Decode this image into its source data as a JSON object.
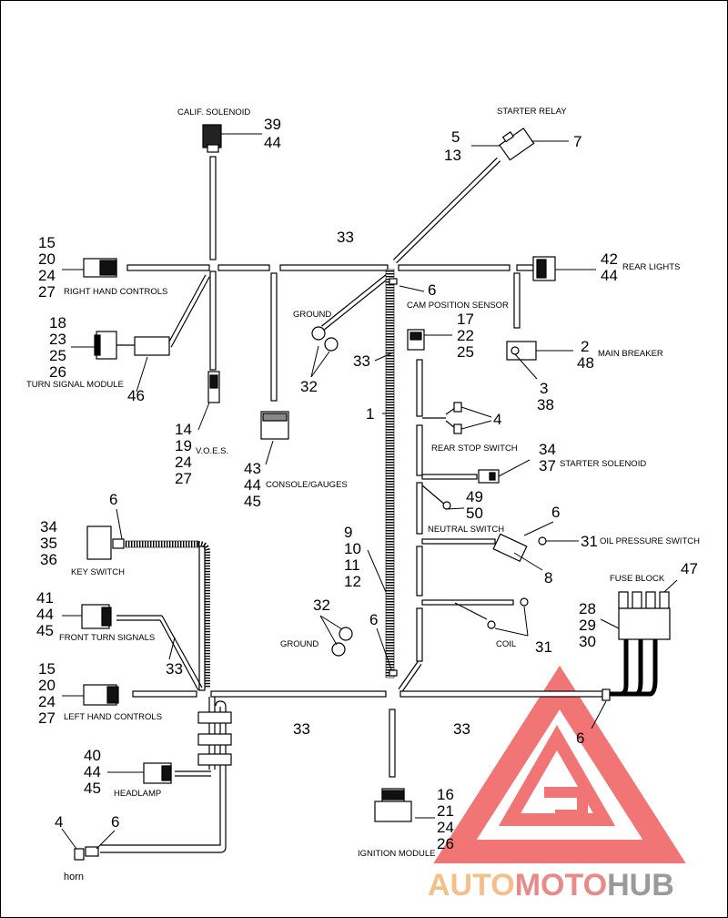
{
  "watermark": {
    "part1": "AUTO",
    "part2": "MOTO",
    "part3": "HUB",
    "color1": "#f3c08a",
    "color2": "#e98a8a",
    "color3": "#9a9a9a",
    "logo_color": "#ef5d5d"
  },
  "labels": {
    "calif_solenoid": "CALIF. SOLENOID",
    "starter_relay": "STARTER RELAY",
    "right_hand_controls": "RIGHT HAND CONTROLS",
    "rear_lights": "REAR LIGHTS",
    "ground_top": "GROUND",
    "cam_position_sensor": "CAM POSITION SENSOR",
    "turn_signal_module": "TURN SIGNAL MODULE",
    "main_breaker": "MAIN BREAKER",
    "voes": "V.O.E.S.",
    "rear_stop_switch": "REAR STOP SWITCH",
    "starter_solenoid": "STARTER SOLENOID",
    "console_gauges": "CONSOLE/GAUGES",
    "neutral_switch": "NEUTRAL SWITCH",
    "oil_pressure_switch": "OIL PRESSURE SWITCH",
    "key_switch": "KEY SWITCH",
    "fuse_block": "FUSE BLOCK",
    "front_turn_signals": "FRONT TURN SIGNALS",
    "ground_bottom": "GROUND",
    "coil": "COIL",
    "left_hand_controls": "LEFT HAND CONTROLS",
    "headlamp": "HEADLAMP",
    "ignition_module": "IGNITION MODULE",
    "horn": "horn"
  },
  "numbers": {
    "calif_a": "39",
    "calif_b": "44",
    "relay_a": "5",
    "relay_b": "13",
    "relay_c": "7",
    "h33_top": "33",
    "rhc_a": "15",
    "rhc_b": "20",
    "rhc_c": "24",
    "rhc_d": "27",
    "rear_a": "42",
    "rear_b": "44",
    "cam_6": "6",
    "cam_a": "17",
    "cam_b": "22",
    "cam_c": "25",
    "tsm_a": "18",
    "tsm_b": "23",
    "tsm_c": "25",
    "tsm_d": "26",
    "v33": "33",
    "breaker_a": "2",
    "breaker_b": "48",
    "ground_top_32": "32",
    "breaker_c": "3",
    "breaker_d": "38",
    "tsm_46": "46",
    "wire_1": "1",
    "stop_4": "4",
    "voes_a": "14",
    "voes_b": "19",
    "voes_c": "24",
    "voes_d": "27",
    "sol_a": "34",
    "sol_b": "37",
    "con_a": "43",
    "con_b": "44",
    "con_c": "45",
    "neut_a": "49",
    "neut_b": "50",
    "oil_6": "6",
    "key_6": "6",
    "key_a": "34",
    "key_b": "35",
    "key_c": "36",
    "mid_a": "9",
    "mid_b": "10",
    "mid_c": "11",
    "mid_d": "12",
    "oil_31": "31",
    "oil_8": "8",
    "fuse_47": "47",
    "fts_a": "41",
    "fts_b": "44",
    "fts_c": "45",
    "gnd_32": "32",
    "fuse_a": "28",
    "fuse_b": "29",
    "fuse_c": "30",
    "gnd_6": "6",
    "fts_33": "33",
    "coil_31": "31",
    "lhc_a": "15",
    "lhc_b": "20",
    "lhc_c": "24",
    "lhc_d": "27",
    "h33_left": "33",
    "h33_right": "33",
    "right_6": "6",
    "head_a": "40",
    "head_b": "44",
    "head_c": "45",
    "ign_a": "16",
    "ign_b": "21",
    "ign_c": "24",
    "ign_d": "26",
    "horn_4": "4",
    "horn_6": "6"
  }
}
